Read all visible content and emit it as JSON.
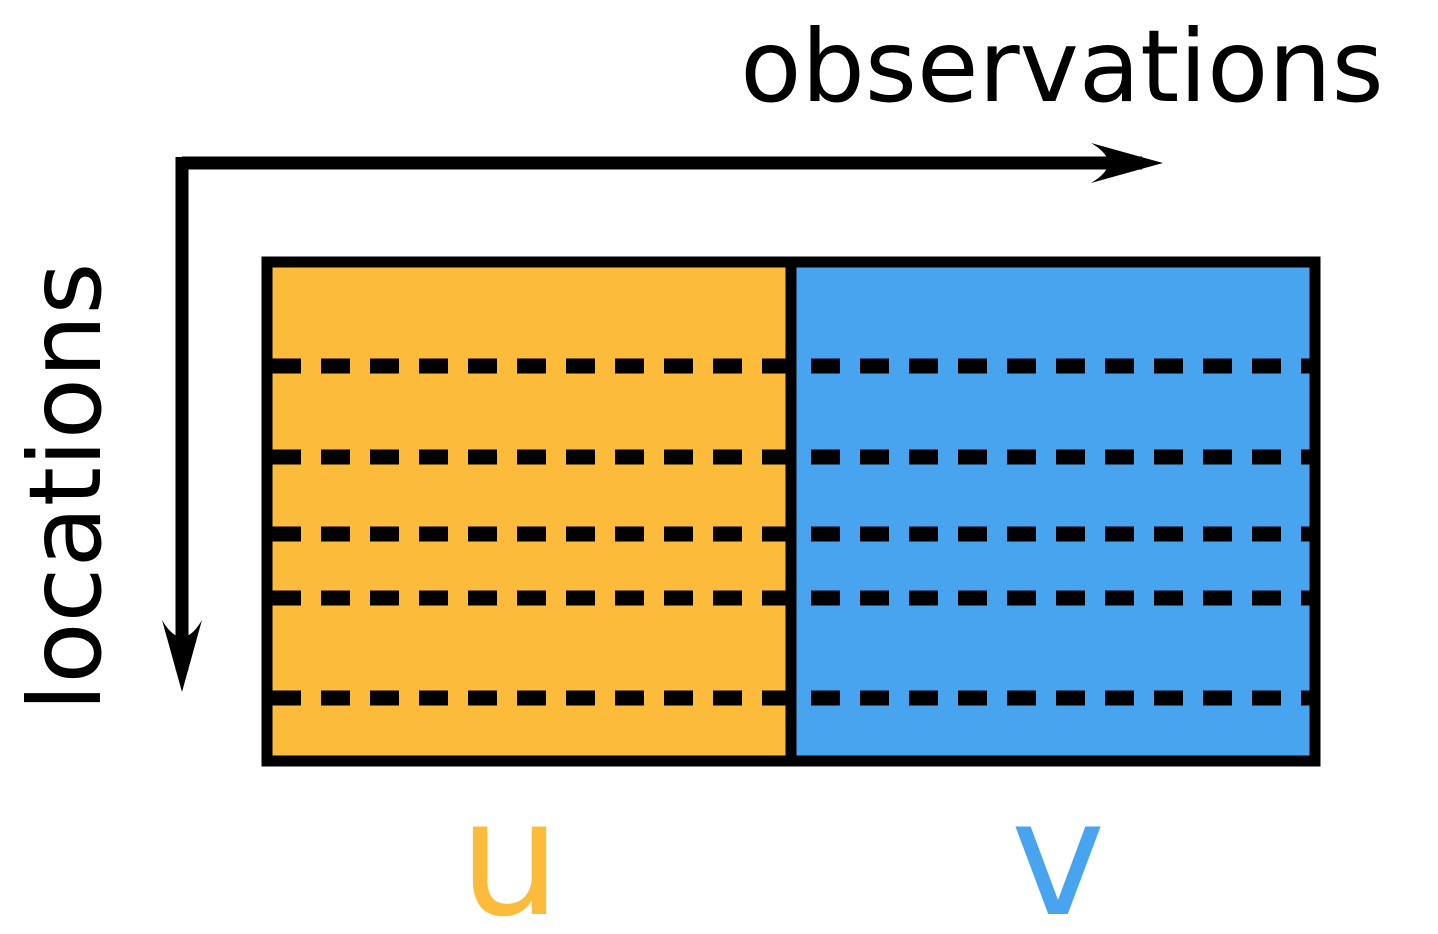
{
  "labels": {
    "top_axis": "observations",
    "side_axis": "locations",
    "left_block": "u",
    "right_block": "v"
  },
  "colors": {
    "u_fill": "#FDBB3B",
    "v_fill": "#48A4EF",
    "stroke": "#000000",
    "background": "#FFFFFF"
  },
  "structure": {
    "blocks": [
      "u",
      "v"
    ],
    "dashed_row_dividers": 5
  }
}
